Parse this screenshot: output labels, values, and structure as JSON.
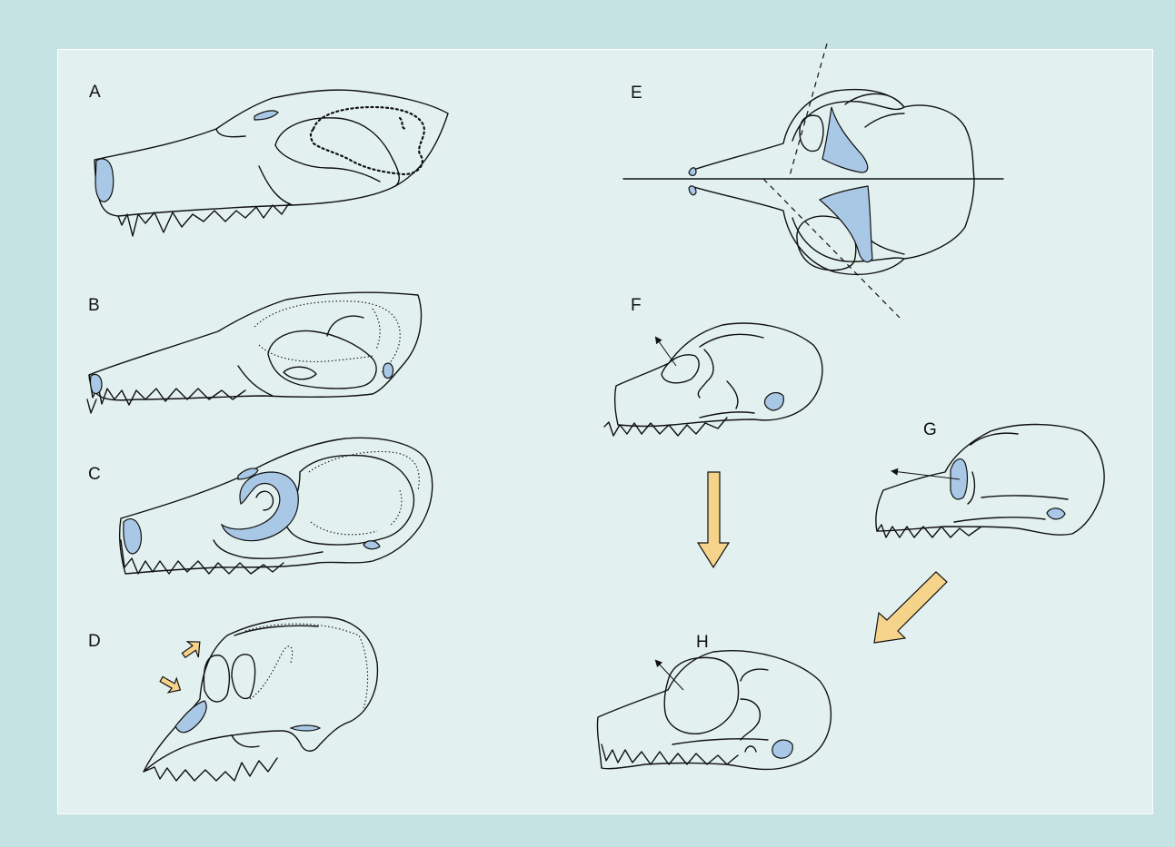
{
  "figure": {
    "labels": {
      "A": "A",
      "B": "B",
      "C": "C",
      "D": "D",
      "E": "E",
      "F": "F",
      "G": "G",
      "H": "H"
    }
  },
  "colors": {
    "background_outer": "#c5e3e2",
    "background_panel": "#e2f1ef",
    "highlight_fill": "#a9c8e6",
    "arrow_fill": "#f6d38a",
    "stroke": "#111111"
  },
  "icons": {
    "large_arrow": "block-arrow-icon",
    "small_arrow": "thin-arrow-icon"
  }
}
